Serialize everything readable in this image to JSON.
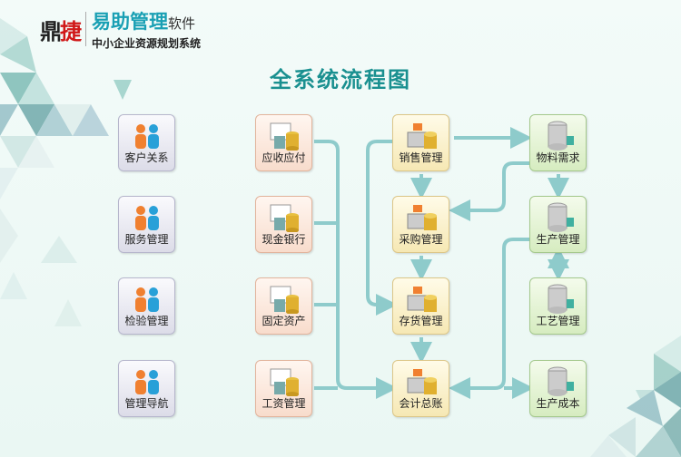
{
  "header": {
    "brand_black": "鼎",
    "brand_red": "捷",
    "product": "易助管理",
    "product_suffix": "软件",
    "subtitle": "中小企业资源规划系统"
  },
  "title": "全系统流程图",
  "colors": {
    "connector": "#8ecbcb",
    "title": "#1a9090"
  },
  "modules": [
    {
      "label": "客户关系",
      "icon": "customers-icon"
    },
    {
      "label": "服务管理",
      "icon": "service-gear-icon"
    },
    {
      "label": "检验管理",
      "icon": "inspection-magnifier-icon"
    },
    {
      "label": "管理导航",
      "icon": "navigation-icon"
    },
    {
      "label": "应收应付",
      "icon": "receivable-payable-icon"
    },
    {
      "label": "现金银行",
      "icon": "bank-icon"
    },
    {
      "label": "固定资产",
      "icon": "building-icon"
    },
    {
      "label": "工资管理",
      "icon": "payroll-icon"
    },
    {
      "label": "销售管理",
      "icon": "cash-register-icon"
    },
    {
      "label": "采购管理",
      "icon": "shopping-cart-icon"
    },
    {
      "label": "存货管理",
      "icon": "boxes-icon"
    },
    {
      "label": "会计总账",
      "icon": "ledger-icon"
    },
    {
      "label": "物料需求",
      "icon": "database-icon"
    },
    {
      "label": "生产管理",
      "icon": "machine-icon"
    },
    {
      "label": "工艺管理",
      "icon": "process-icon"
    },
    {
      "label": "生产成本",
      "icon": "calculator-icon"
    }
  ]
}
